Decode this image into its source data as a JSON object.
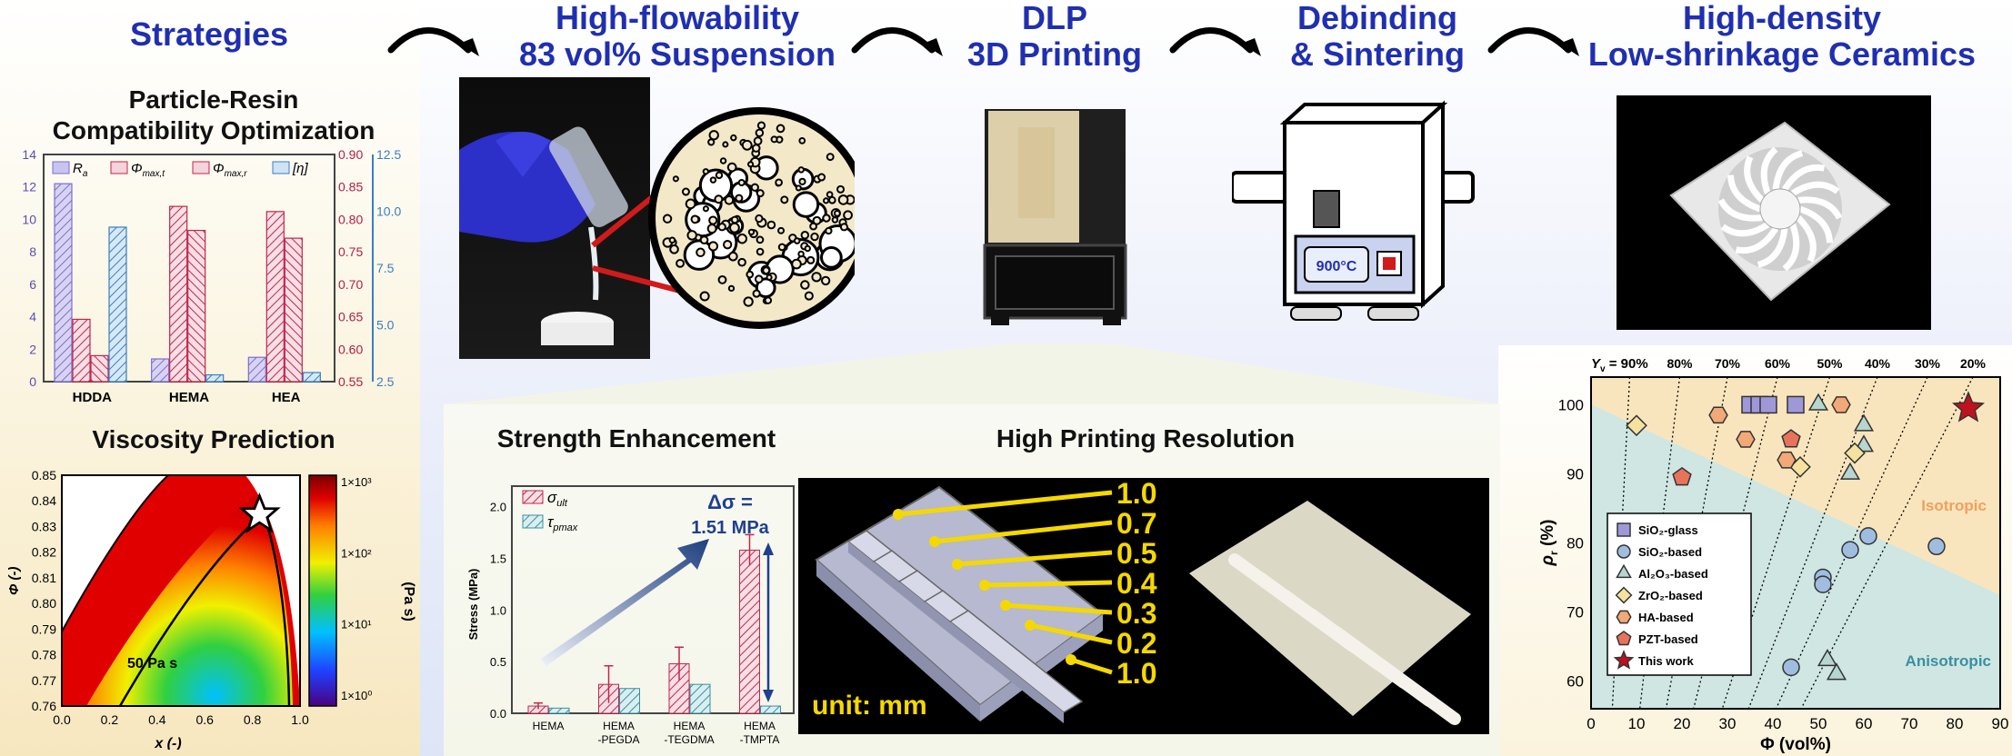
{
  "stages": {
    "strategies": "Strategies",
    "suspension_line1": "High-flowability",
    "suspension_line2": "83 vol% Suspension",
    "dlp_line1": "DLP",
    "dlp_line2": "3D Printing",
    "debinding_line1": "Debinding",
    "debinding_line2": "& Sintering",
    "ceramics_line1": "High-density",
    "ceramics_line2": "Low-shrinkage Ceramics"
  },
  "compat_panel": {
    "title_line1": "Particle-Resin",
    "title_line2": "Compatibility Optimization",
    "legend": [
      "R",
      "Φ",
      "Φ",
      "[η]"
    ],
    "legend_subs": [
      "a",
      "max,t",
      "max,r",
      ""
    ],
    "colors": {
      "ra": "#7a6fd0",
      "phi_t": "#c2264b",
      "phi_r": "#c2264b",
      "eta": "#3a7fc1"
    },
    "chart_data": {
      "type": "bar",
      "categories": [
        "HDDA",
        "HEMA",
        "HEA"
      ],
      "series": [
        {
          "name": "Ra",
          "values": [
            12.2,
            1.4,
            1.5
          ],
          "axis": "left"
        },
        {
          "name": "Φmax,t",
          "values": [
            0.646,
            0.82,
            0.812
          ],
          "axis": "mid"
        },
        {
          "name": "Φmax,r",
          "values": [
            0.59,
            0.783,
            0.771
          ],
          "axis": "mid"
        },
        {
          "name": "[η]",
          "values": [
            9.3,
            2.8,
            2.9
          ],
          "axis": "right"
        }
      ],
      "left_ticks": [
        "0",
        "2",
        "4",
        "6",
        "8",
        "10",
        "12",
        "14"
      ],
      "mid_ticks": [
        "0.55",
        "0.60",
        "0.65",
        "0.70",
        "0.75",
        "0.80",
        "0.85",
        "0.90"
      ],
      "right_ticks": [
        "2.5",
        "5.0",
        "7.5",
        "10.0",
        "12.5"
      ],
      "left_range": [
        0,
        14
      ],
      "mid_range": [
        0.55,
        0.9
      ],
      "right_range": [
        2.5,
        12.5
      ]
    }
  },
  "viscosity_panel": {
    "title": "Viscosity Prediction",
    "ylabel": "Φ (-)",
    "xlabel": "x (-)",
    "y_ticks": [
      "0.85",
      "0.84",
      "0.83",
      "0.82",
      "0.81",
      "0.80",
      "0.79",
      "0.78",
      "0.77",
      "0.76"
    ],
    "x_ticks": [
      "0.0",
      "0.2",
      "0.4",
      "0.6",
      "0.8",
      "1.0"
    ],
    "contour_label": "50 Pa s",
    "colorbar_ticks": [
      "1×10³",
      "1×10²",
      "1×10¹",
      "1×10⁰"
    ],
    "colorbar_label": "(Pa s)",
    "optimum_point": {
      "x": 0.83,
      "y": 0.835
    }
  },
  "strength_panel": {
    "title": "Strength Enhancement",
    "ylabel": "Stress (MPa)",
    "legend": [
      "σ",
      "τ"
    ],
    "legend_subs": [
      "ult",
      "pmax"
    ],
    "delta_label": "Δσ =",
    "delta_value": "1.51 MPa",
    "colors": {
      "sigma": "#c2264b",
      "tau": "#3a8fa0"
    },
    "chart_data": {
      "type": "bar",
      "categories": [
        "HEMA",
        "HEMA\n-PEGDA",
        "HEMA\n-TEGDMA",
        "HEMA\n-TMPTA"
      ],
      "category_lines": [
        [
          "HEMA"
        ],
        [
          "HEMA",
          "-PEGDA"
        ],
        [
          "HEMA",
          "-TEGDMA"
        ],
        [
          "HEMA",
          "-TMPTA"
        ]
      ],
      "series": [
        {
          "name": "σult",
          "values": [
            0.07,
            0.28,
            0.48,
            1.58
          ]
        },
        {
          "name": "τpmax",
          "values": [
            0.05,
            0.24,
            0.28,
            0.07
          ]
        }
      ],
      "errors": [
        0.03,
        0.18,
        0.16,
        0.15
      ],
      "y_ticks": [
        "0.0",
        "0.5",
        "1.0",
        "1.5",
        "2.0"
      ],
      "ylim": [
        0,
        2.2
      ]
    }
  },
  "resolution_panel": {
    "title": "High Printing Resolution",
    "gap_labels": [
      "1.0",
      "0.7",
      "0.5",
      "0.4",
      "0.3",
      "0.2",
      "1.0"
    ],
    "unit_label": "unit: mm"
  },
  "furnace": {
    "temperature": "900°C"
  },
  "density_panel": {
    "yv_label": "Y",
    "yv_sub": "v",
    "yv_prefix": " = 90%",
    "yv_values": [
      "80%",
      "70%",
      "60%",
      "50%",
      "40%",
      "30%",
      "20%"
    ],
    "isotropic": "Isotropic",
    "anisotropic": "Anisotropic",
    "xlabel": "Φ (vol%)",
    "ylabel": "ρ",
    "ylabel_sub": "r",
    "ylabel_unit": " (%)",
    "legend": [
      {
        "label": "SiO₂-glass",
        "marker": "square",
        "color": "#9f98d8"
      },
      {
        "label": "SiO₂-based",
        "marker": "circle",
        "color": "#9fbde0"
      },
      {
        "label": "Al₂O₃-based",
        "marker": "triangle",
        "color": "#b6d6cf"
      },
      {
        "label": "ZrO₂-based",
        "marker": "diamond",
        "color": "#f5e29f"
      },
      {
        "label": "HA-based",
        "marker": "hexagon",
        "color": "#f2a877"
      },
      {
        "label": "PZT-based",
        "marker": "pentagon",
        "color": "#e8735c"
      },
      {
        "label": "This work",
        "marker": "star",
        "color": "#c0111f"
      }
    ],
    "chart_data": {
      "type": "scatter",
      "x_ticks": [
        "0",
        "10",
        "20",
        "30",
        "40",
        "50",
        "60",
        "70",
        "80",
        "90"
      ],
      "y_ticks": [
        "60",
        "70",
        "80",
        "90",
        "100"
      ],
      "xlim": [
        0,
        90
      ],
      "ylim": [
        56,
        104
      ],
      "series": [
        {
          "name": "SiO₂-glass",
          "points": [
            [
              35,
              100
            ],
            [
              37,
              100
            ],
            [
              39,
              100
            ],
            [
              45,
              100
            ]
          ]
        },
        {
          "name": "SiO₂-based",
          "points": [
            [
              61,
              81
            ],
            [
              57,
              79
            ],
            [
              51,
              75
            ],
            [
              51,
              74
            ],
            [
              44,
              62
            ],
            [
              76,
              79.5
            ]
          ]
        },
        {
          "name": "Al₂O₃-based",
          "points": [
            [
              50,
              100
            ],
            [
              60,
              97
            ],
            [
              60,
              94
            ],
            [
              57,
              90
            ],
            [
              52,
              63
            ],
            [
              54,
              61
            ]
          ]
        },
        {
          "name": "ZrO₂-based",
          "points": [
            [
              10,
              97
            ],
            [
              46,
              91
            ],
            [
              58,
              93
            ]
          ]
        },
        {
          "name": "HA-based",
          "points": [
            [
              28,
              98.5
            ],
            [
              34,
              95
            ],
            [
              43,
              92
            ],
            [
              55,
              100
            ]
          ]
        },
        {
          "name": "PZT-based",
          "points": [
            [
              20,
              89.5
            ],
            [
              44,
              95
            ]
          ]
        },
        {
          "name": "This work",
          "points": [
            [
              83,
              99.5
            ]
          ]
        }
      ]
    }
  }
}
